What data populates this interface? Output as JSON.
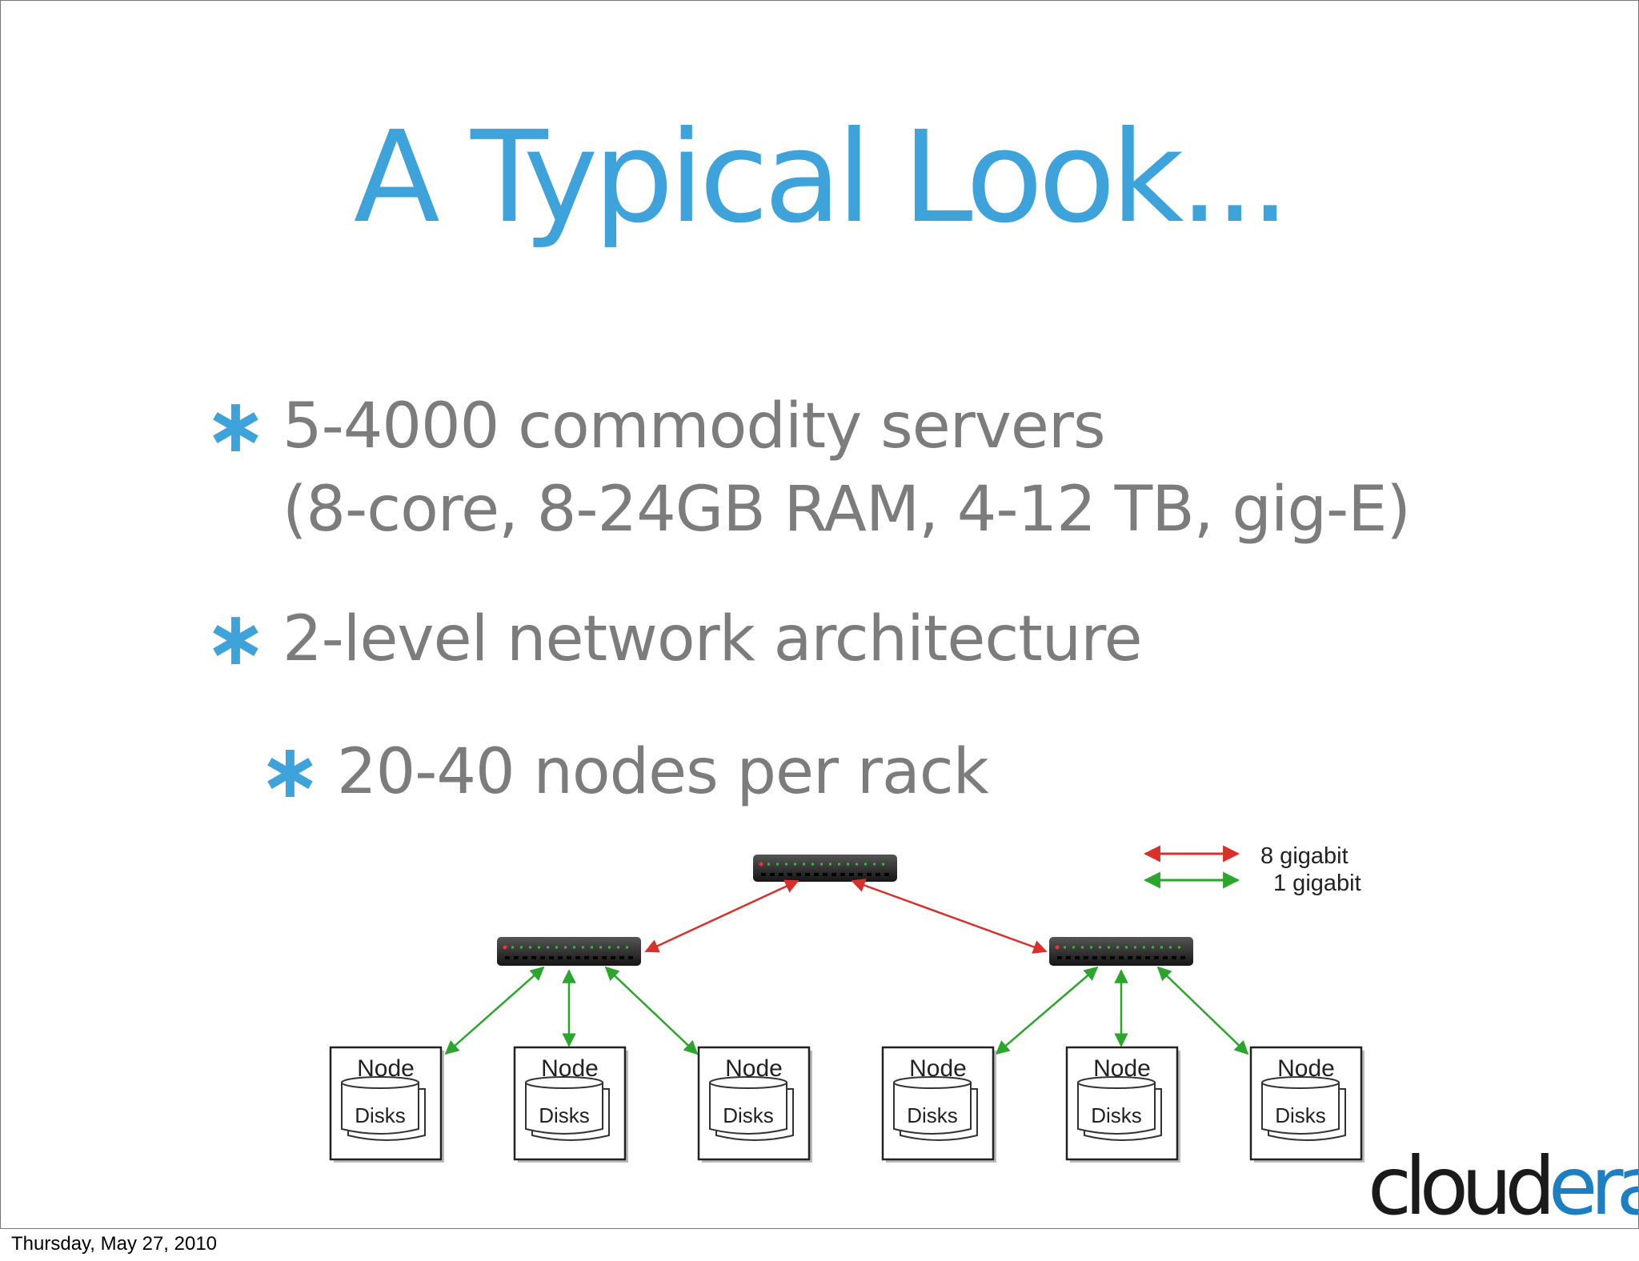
{
  "slide": {
    "title": "A Typical Look...",
    "bullets": [
      {
        "lines": [
          "5-4000 commodity servers",
          "(8-core, 8-24GB RAM, 4-12 TB, gig-E)"
        ],
        "level": 1
      },
      {
        "lines": [
          "2-level network architecture"
        ],
        "level": 1
      },
      {
        "lines": [
          "20-40 nodes per rack"
        ],
        "level": 2
      }
    ]
  },
  "diagram": {
    "legend": [
      {
        "label": "8 gigabit",
        "color": "#d9302b"
      },
      {
        "label": "1 gigabit",
        "color": "#2ca52c"
      }
    ],
    "node_label": "Node",
    "disk_label": "Disks",
    "node_count": 6
  },
  "logo": {
    "part1": "cloud",
    "part2": "era"
  },
  "footer": {
    "date": "Thursday, May 27, 2010"
  },
  "colors": {
    "accent": "#3da3da",
    "body_text": "#7c7c7c",
    "uplink": "#d9302b",
    "downlink": "#2ca52c"
  }
}
